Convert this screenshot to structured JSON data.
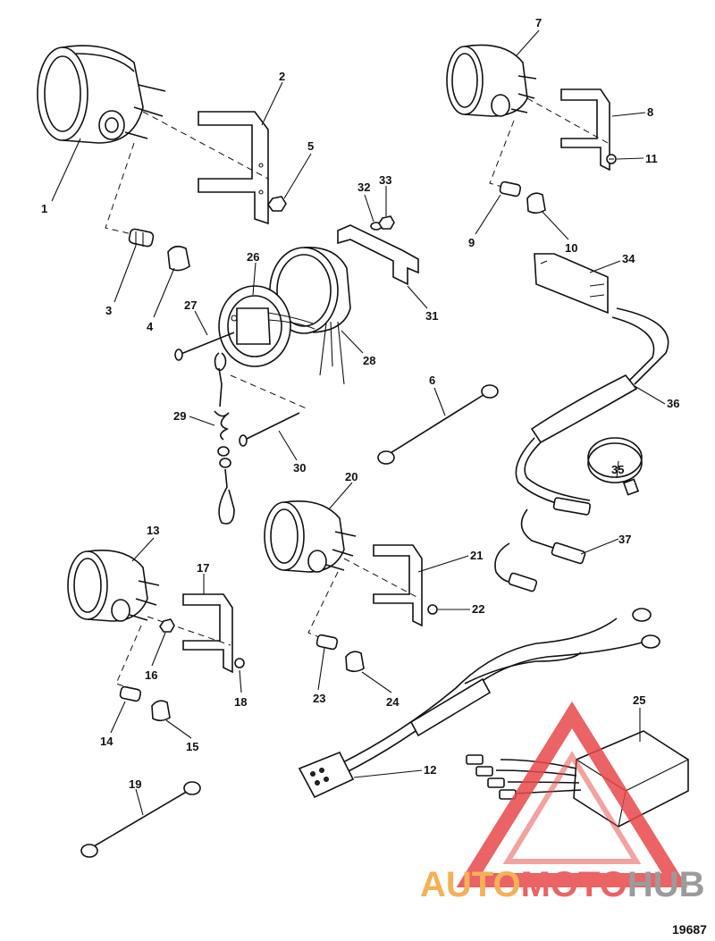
{
  "callouts": [
    "1",
    "2",
    "3",
    "4",
    "5",
    "6",
    "7",
    "8",
    "9",
    "10",
    "11",
    "12",
    "13",
    "14",
    "15",
    "16",
    "17",
    "18",
    "19",
    "20",
    "21",
    "22",
    "23",
    "24",
    "25",
    "26",
    "27",
    "28",
    "29",
    "30",
    "31",
    "32",
    "33",
    "34",
    "35",
    "36",
    "37"
  ],
  "figure_number": "19687",
  "watermark": {
    "part1": "AUTO",
    "part2": "MOTO",
    "part3": "HUB",
    "color_orange": "#f5a33a",
    "color_red": "#e8484a",
    "color_gray": "#8a8a8a"
  }
}
